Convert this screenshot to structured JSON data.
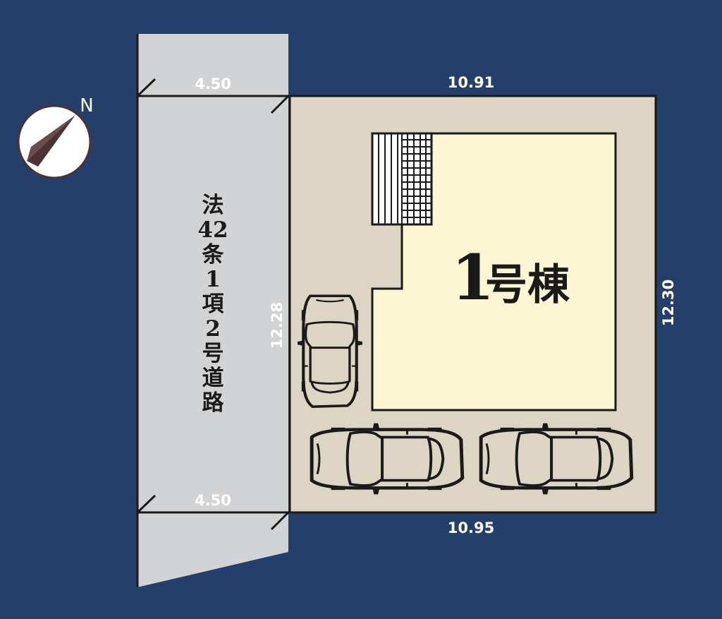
{
  "colors": {
    "background": "#24406a",
    "road": "#d2d3d5",
    "lot": "#ddd5c4",
    "building": "#fdf6d2",
    "outline": "#1a1a1a",
    "car_fill": "#ddd5c4",
    "compass_fill": "#ffffff",
    "compass_arrow": "#4a3333"
  },
  "compass": {
    "label": "N",
    "icon": "north-arrow-icon"
  },
  "road": {
    "label": [
      "法",
      "42",
      "条",
      "1",
      "項",
      "2",
      "号",
      "道",
      "路"
    ]
  },
  "dimensions": {
    "road_width_top": "4.50",
    "road_width_bottom": "4.50",
    "lot_top": "10.91",
    "lot_bottom": "10.95",
    "lot_left": "12.28",
    "lot_right": "12.30"
  },
  "building": {
    "number": "1",
    "suffix": "号棟"
  },
  "parking": {
    "cars": [
      "car-icon",
      "car-icon",
      "car-icon"
    ]
  }
}
